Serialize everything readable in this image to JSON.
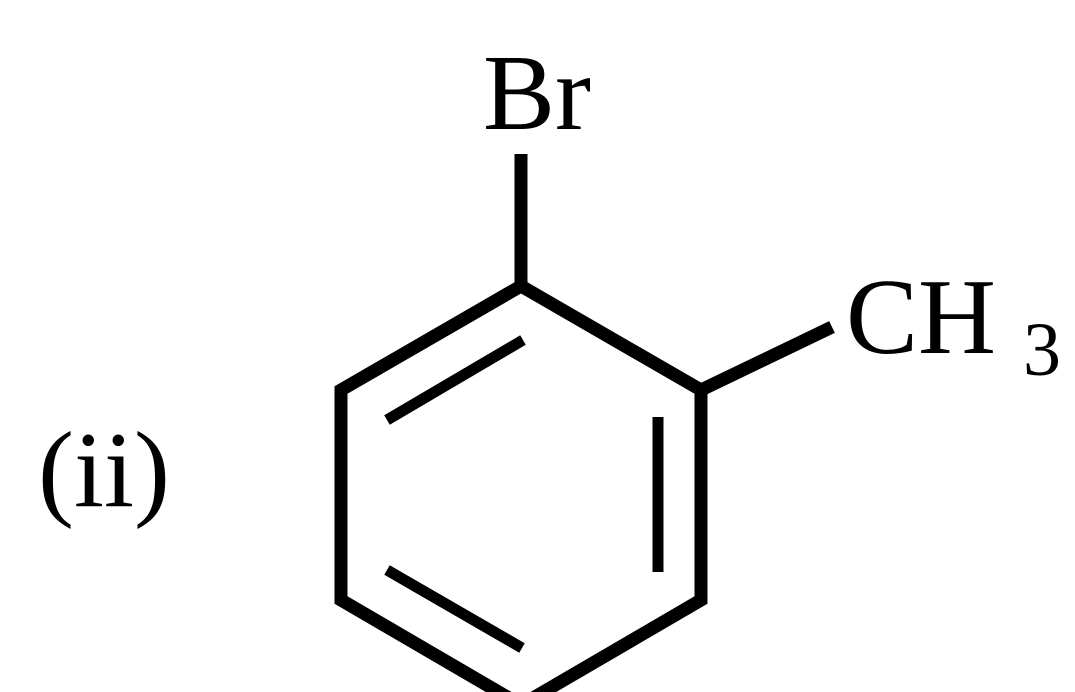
{
  "label": "(ii)",
  "substituents": {
    "top": "Br",
    "right_main": "CH",
    "right_subscript": "3"
  },
  "colors": {
    "ink": "#000000",
    "background": "#ffffff"
  }
}
